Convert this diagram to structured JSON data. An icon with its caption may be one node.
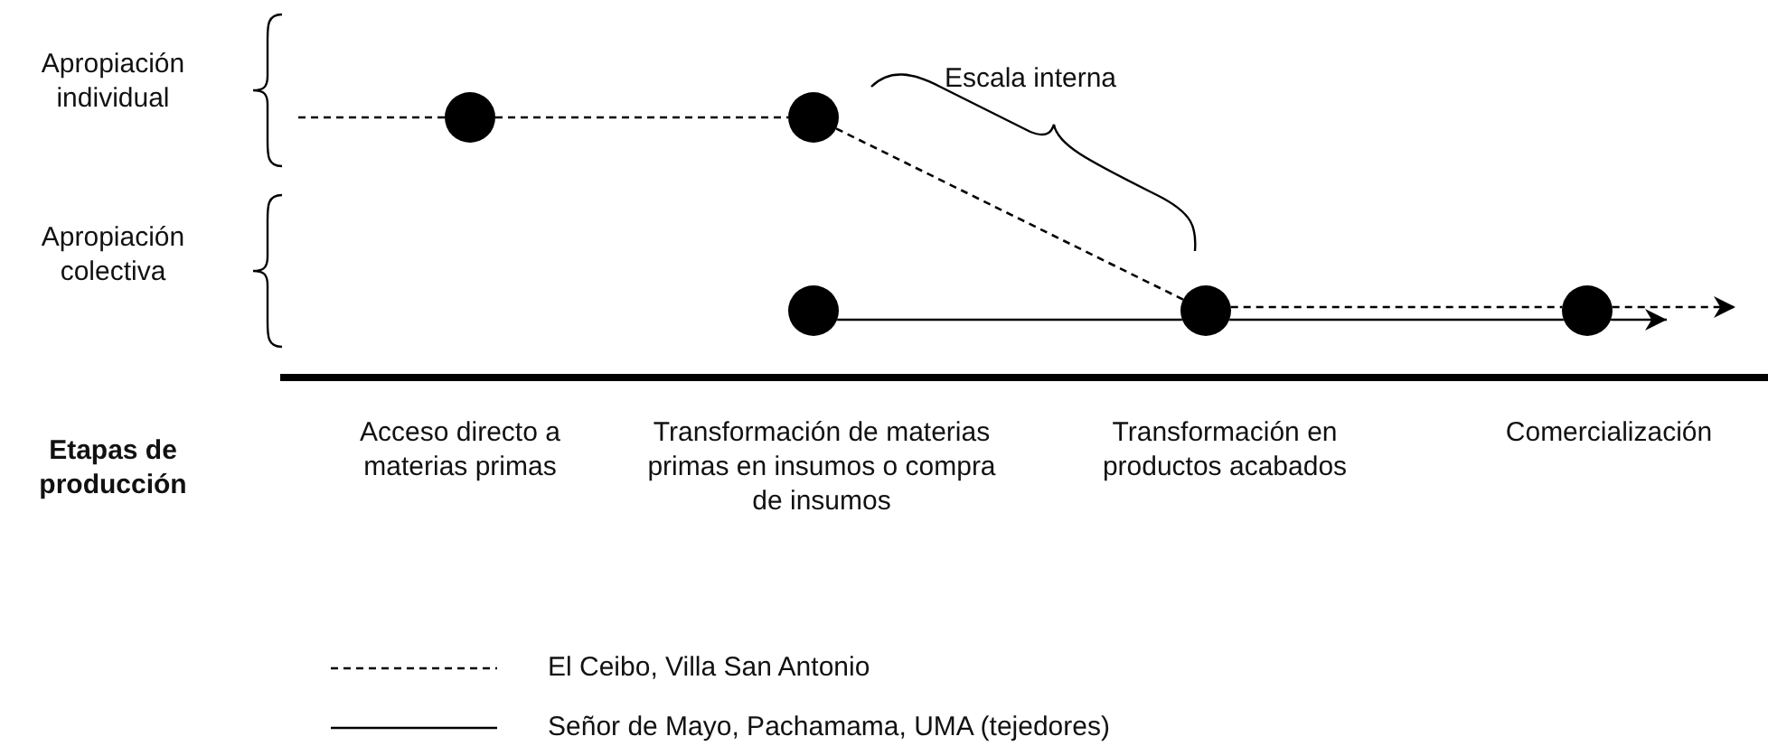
{
  "diagram": {
    "nodes": [
      {
        "text": [],
        "shape": "circle"
      },
      {
        "text": [],
        "shape": "circle"
      },
      {
        "text": [],
        "shape": "circle"
      },
      {
        "text": [],
        "shape": "circle"
      },
      {
        "text": [],
        "shape": "circle"
      }
    ],
    "edges": [
      {
        "from": null,
        "to": 0,
        "arrow": "none",
        "style": "dashed"
      },
      {
        "from": 0,
        "to": 1,
        "arrow": "none",
        "style": "dashed"
      },
      {
        "from": 1,
        "to": 3,
        "arrow": "none",
        "style": "dashed"
      },
      {
        "from": 3,
        "to": 4,
        "arrow": "none",
        "style": "dashed"
      },
      {
        "from": 4,
        "to": null,
        "arrow": "to",
        "style": "dashed"
      },
      {
        "from": 2,
        "to": 3,
        "arrow": "none"
      },
      {
        "from": 3,
        "to": 4,
        "arrow": "none"
      },
      {
        "from": 4,
        "to": null,
        "arrow": "to"
      }
    ],
    "labels": [
      "Apropiación individual",
      "Escala interna",
      "Apropiación colectiva",
      "Etapas de producción",
      "Acceso directo a materias primas",
      "Transformación de materias primas en insumos o compra de insumos",
      "Transformación en productos acabados",
      "Comercialización"
    ],
    "legend": [
      {
        "text": "El Ceibo, Villa San Antonio"
      },
      {
        "text": "Señor de Mayo, Pachamama, UMA (tejedores)"
      }
    ]
  }
}
